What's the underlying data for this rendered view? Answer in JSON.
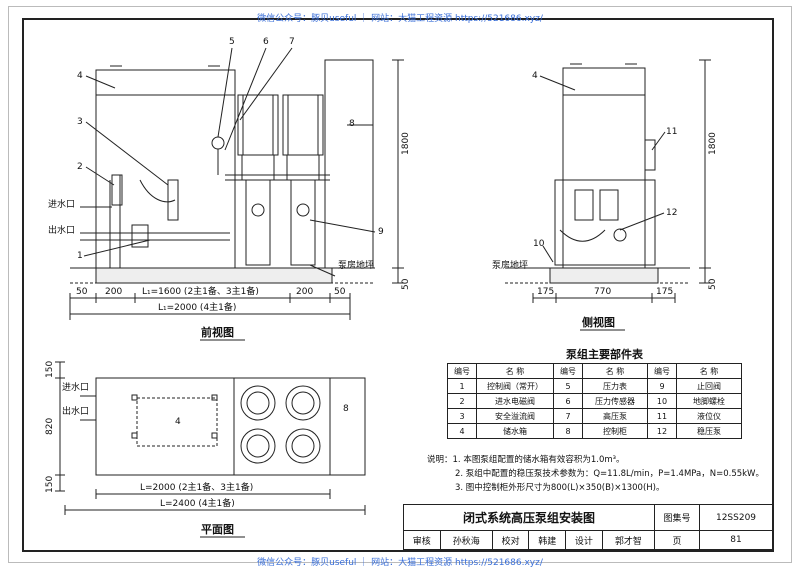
{
  "watermark_top": "微信公众号：豚贝useful ｜ 网站：大猫工程资源 https://521686.xyz/",
  "watermark_bottom": "微信公众号：豚贝useful ｜ 网站：大猫工程资源 https://521686.xyz/",
  "front_view": {
    "title": "前视图",
    "callouts": [
      "1",
      "2",
      "3",
      "4",
      "5",
      "6",
      "7",
      "8",
      "9"
    ],
    "inlet_label": "进水口",
    "outlet_label": "出水口",
    "floor_label": "泵房地坪",
    "height_dim": "1800",
    "base_dim": "50",
    "dim_50_left": "50",
    "dim_200_left": "200",
    "dim_l1": "L₁=1600 (2主1备、3主1备)",
    "dim_200_right": "200",
    "dim_50_right": "50",
    "dim_l1_alt": "L₁=2000 (4主1备)"
  },
  "side_view": {
    "title": "侧视图",
    "callouts": [
      "4",
      "10",
      "11",
      "12"
    ],
    "floor_label": "泵房地坪",
    "height_dim": "1800",
    "base_dim": "50",
    "dim_175_left": "175",
    "dim_770": "770",
    "dim_175_right": "175"
  },
  "plan_view": {
    "title": "平面图",
    "inlet_label": "进水口",
    "outlet_label": "出水口",
    "tank_callout": "4",
    "cabinet_callout": "8",
    "dim_150_top": "150",
    "dim_820": "820",
    "dim_150_bottom": "150",
    "dim_l": "L=2000 (2主1备、3主1备)",
    "dim_l_alt": "L=2400 (4主1备)"
  },
  "parts_table": {
    "title": "泵组主要部件表",
    "headers": [
      "编号",
      "名    称",
      "编号",
      "名    称",
      "编号",
      "名    称"
    ],
    "rows": [
      [
        "1",
        "控制阀（常开）",
        "5",
        "压力表",
        "9",
        "止回阀"
      ],
      [
        "2",
        "进水电磁阀",
        "6",
        "压力传感器",
        "10",
        "地脚螺栓"
      ],
      [
        "3",
        "安全溢流阀",
        "7",
        "高压泵",
        "11",
        "液位仪"
      ],
      [
        "4",
        "储水箱",
        "8",
        "控制柜",
        "12",
        "稳压泵"
      ]
    ]
  },
  "notes": {
    "label": "说明：",
    "items": [
      "1. 本图泵组配置的储水箱有效容积为1.0m³。",
      "2. 泵组中配置的稳压泵技术参数为：Q=11.8L/min，P=1.4MPa，N=0.55kW。",
      "3. 图中控制柜外形尺寸为800(L)×350(B)×1300(H)。"
    ]
  },
  "title_block": {
    "drawing_title": "闭式系统高压泵组安装图",
    "atlas_label": "图集号",
    "atlas_no": "12SS209",
    "row2": [
      "审核",
      "孙秋海",
      "校对",
      "韩建",
      "设计",
      "郭才智",
      "页",
      "81"
    ]
  }
}
